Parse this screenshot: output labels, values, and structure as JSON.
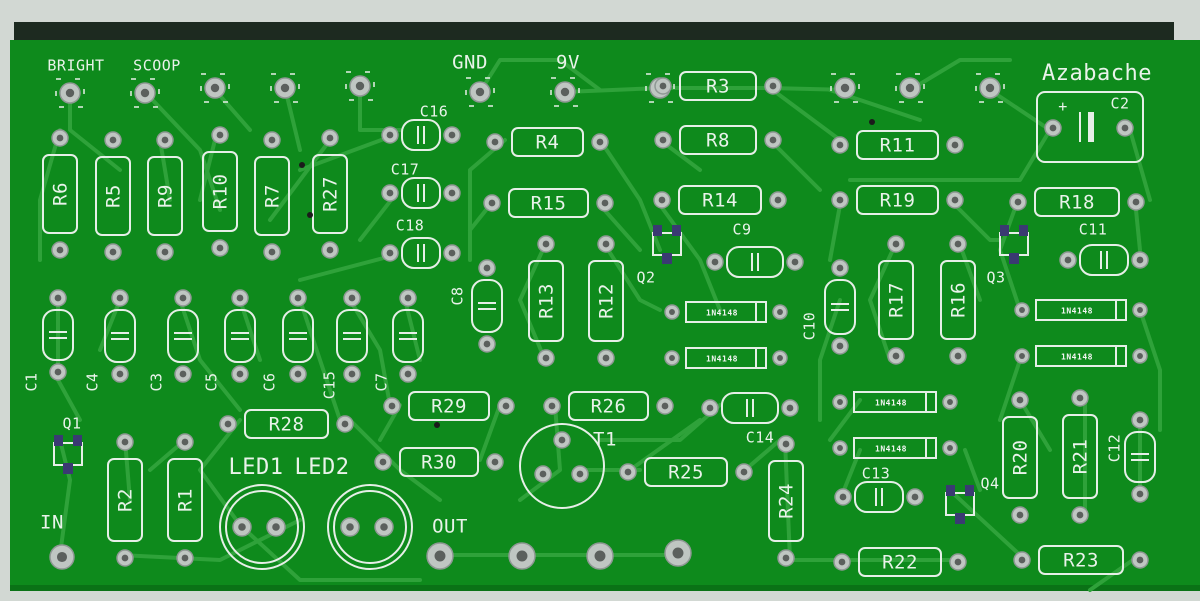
{
  "colors": {
    "board": "#0e8a1c",
    "board_dark": "#0a7216",
    "trace": "#2fa23a",
    "silkscreen": "#e9f3ea",
    "pad": "#bfc6c2",
    "smd_pad": "#3a3a72",
    "background": "#d2d8d3"
  },
  "board": {
    "name": "Azabache",
    "pots": [
      "BRIGHT",
      "SCOOP"
    ],
    "power": {
      "ground": "GND",
      "supply": "9V"
    },
    "input": "IN",
    "output": "OUT"
  },
  "components": {
    "resistors": [
      "R1",
      "R2",
      "R3",
      "R4",
      "R5",
      "R6",
      "R7",
      "R8",
      "R9",
      "R10",
      "R11",
      "R12",
      "R13",
      "R14",
      "R15",
      "R16",
      "R17",
      "R18",
      "R19",
      "R20",
      "R21",
      "R22",
      "R23",
      "R24",
      "R25",
      "R26",
      "R27",
      "R28",
      "R29",
      "R30"
    ],
    "capacitors": [
      "C1",
      "C2",
      "C3",
      "C4",
      "C5",
      "C6",
      "C7",
      "C8",
      "C9",
      "C10",
      "C11",
      "C12",
      "C13",
      "C14",
      "C15",
      "C16",
      "C17",
      "C18"
    ],
    "transistors": [
      "Q1",
      "Q2",
      "Q3",
      "Q4",
      "T1"
    ],
    "leds": [
      "LED1",
      "LED2"
    ],
    "diode_type": "1N4148"
  }
}
